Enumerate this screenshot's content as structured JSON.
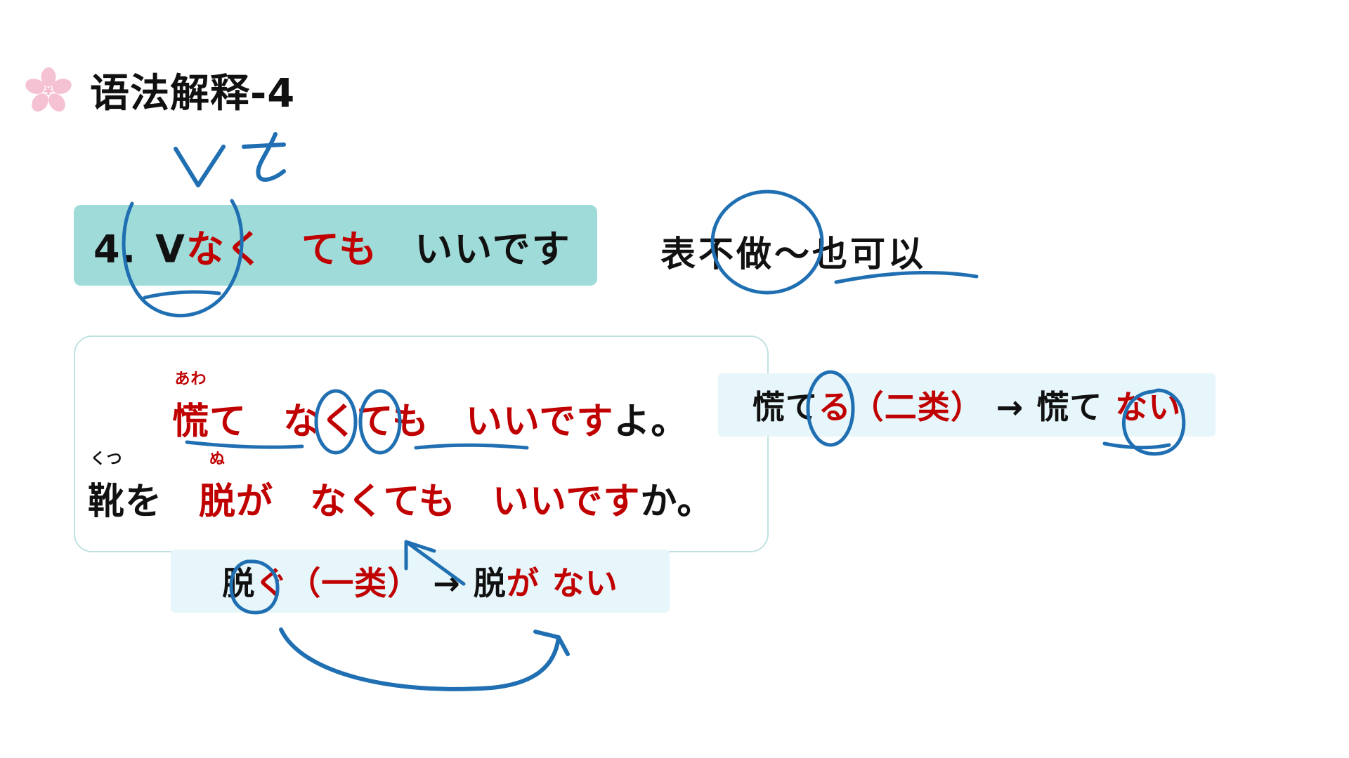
{
  "slide": {
    "title": "语法解释-4",
    "icon": "sakura-flower-icon",
    "accent_teal": "#9FDCD9",
    "accent_lightblue": "#E6F6FA",
    "ink_blue": "#1F6FB2",
    "text_red": "#C00000",
    "text_black": "#111111",
    "sakura_pink": "#F6C3D4"
  },
  "pattern_banner": {
    "number": "4.",
    "v": "V",
    "naku": "なく",
    "temo": "ても",
    "ii_desu": "いいです"
  },
  "right_annotation": {
    "text": "表不做〜也可以"
  },
  "handwriting": {
    "top_v": "V",
    "top_te": "て",
    "circle_v_naku": "ellipse-around-Vnaku",
    "underline_v_naku": "underline-under-Vnaku",
    "circle_budzuo": "circle-around-不做〜",
    "underline_yekeyi": "underline-under-也可以",
    "circle_ku": "circle-around-く",
    "circle_te": "circle-around-て",
    "underline_awate": "underline-under-慌て",
    "underline_iidesu": "underline-under-いいです",
    "circle_ru": "circle-around-る",
    "circle_nai_right": "circle-around-ない",
    "circle_gu": "circle-around-ぐ",
    "arrow_up_left": "arrow-to-nugana",
    "arrow_sweep": "long-curved-arrow-to-nai"
  },
  "examples": {
    "sentence_1": {
      "kanji": "慌",
      "furigana": "あわ",
      "part_te": "て",
      "part_nakutemo": "なくても",
      "part_iidesu": "いいです",
      "part_tail": "よ。"
    },
    "sentence_2": {
      "kanji_1": "靴",
      "furigana_1": "くつ",
      "particle_1": "を",
      "kanji_2": "脱",
      "furigana_2": "ぬ",
      "particle_2": "が",
      "part_nakutemo": "なくても",
      "part_iidesu": "いいです",
      "part_tail": "か。"
    }
  },
  "conjugation_right": {
    "stem": "慌て",
    "ending": "る",
    "group": "（二类）",
    "arrow": "→",
    "result_stem": "慌て",
    "result_nai": "ない"
  },
  "conjugation_bottom": {
    "stem": "脱",
    "ending": "ぐ",
    "group": "（一类）",
    "arrow": "→",
    "result_stem": "脱",
    "result_particle": "が",
    "result_nai": "ない"
  }
}
